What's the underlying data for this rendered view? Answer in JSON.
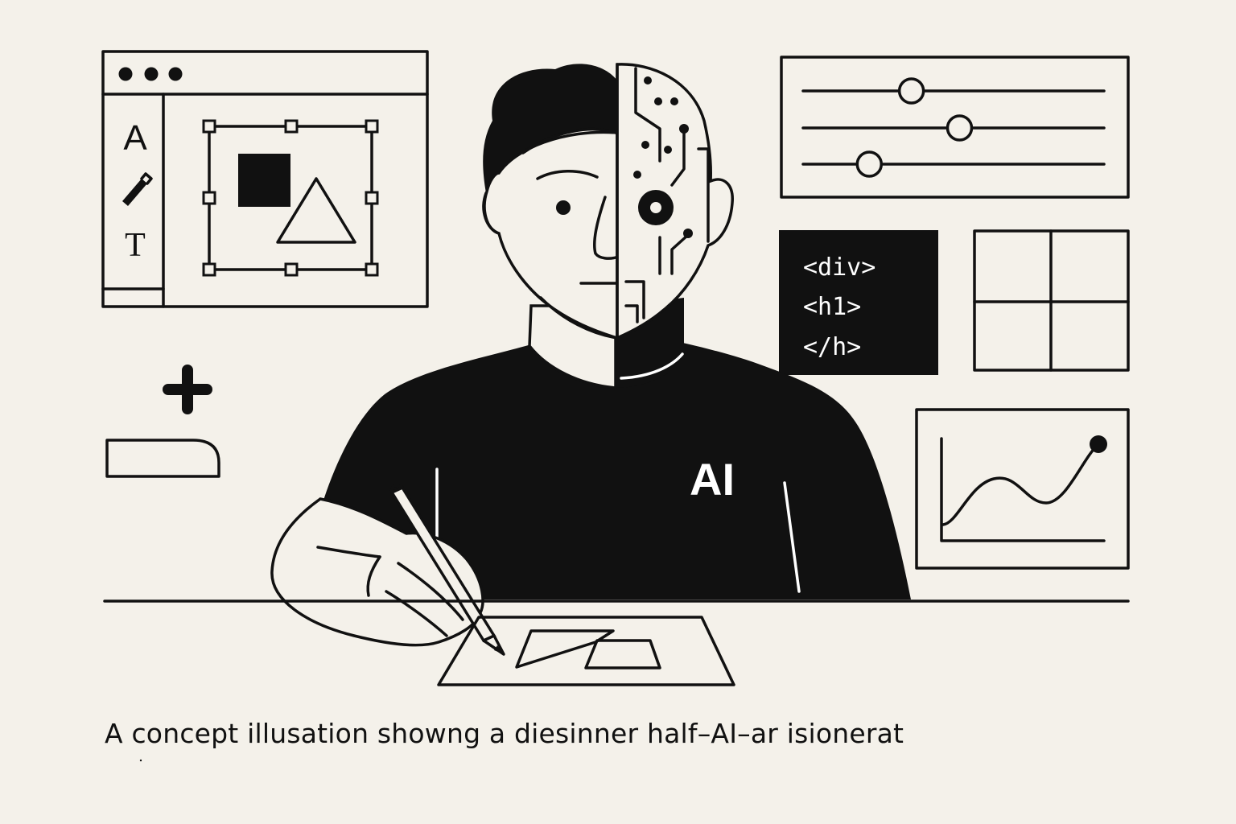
{
  "caption": "A concept illusation showng a diesinner half–AI–ar isionerat",
  "shirt_text": "AI",
  "editor": {
    "tools": [
      "A",
      "T"
    ]
  },
  "code_panel": {
    "lines": [
      "<div>",
      "<h1>",
      "</h>"
    ]
  },
  "sliders": [
    0.36,
    0.52,
    0.22
  ],
  "colors": {
    "background": "#f4f1ea",
    "ink": "#111111",
    "inverse_text": "#ffffff"
  },
  "icons": [
    "window-dots-icon",
    "pen-tool-icon",
    "plus-icon",
    "grid-icon",
    "line-chart-icon",
    "pencil-icon"
  ]
}
